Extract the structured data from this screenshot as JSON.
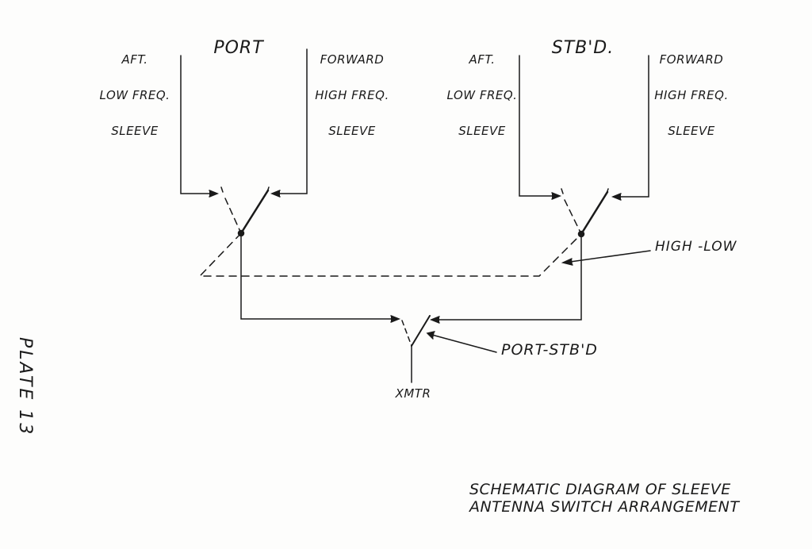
{
  "port": {
    "title": "PORT",
    "aft_label": [
      "AFT.",
      "LOW FREQ.",
      "SLEEVE"
    ],
    "fwd_label": [
      "FORWARD",
      "HIGH FREQ.",
      "SLEEVE"
    ]
  },
  "stbd": {
    "title": "STB'D.",
    "aft_label": [
      "AFT.",
      "LOW FREQ.",
      "SLEEVE"
    ],
    "fwd_label": [
      "FORWARD",
      "HIGH FREQ.",
      "SLEEVE"
    ]
  },
  "switch_labels": {
    "high_low": "HIGH -LOW",
    "port_stbd": "PORT-STB'D",
    "xmtr": "XMTR"
  },
  "plate": "PLATE 13",
  "caption": [
    "SCHEMATIC DIAGRAM OF SLEEVE",
    "ANTENNA SWITCH ARRANGEMENT"
  ]
}
